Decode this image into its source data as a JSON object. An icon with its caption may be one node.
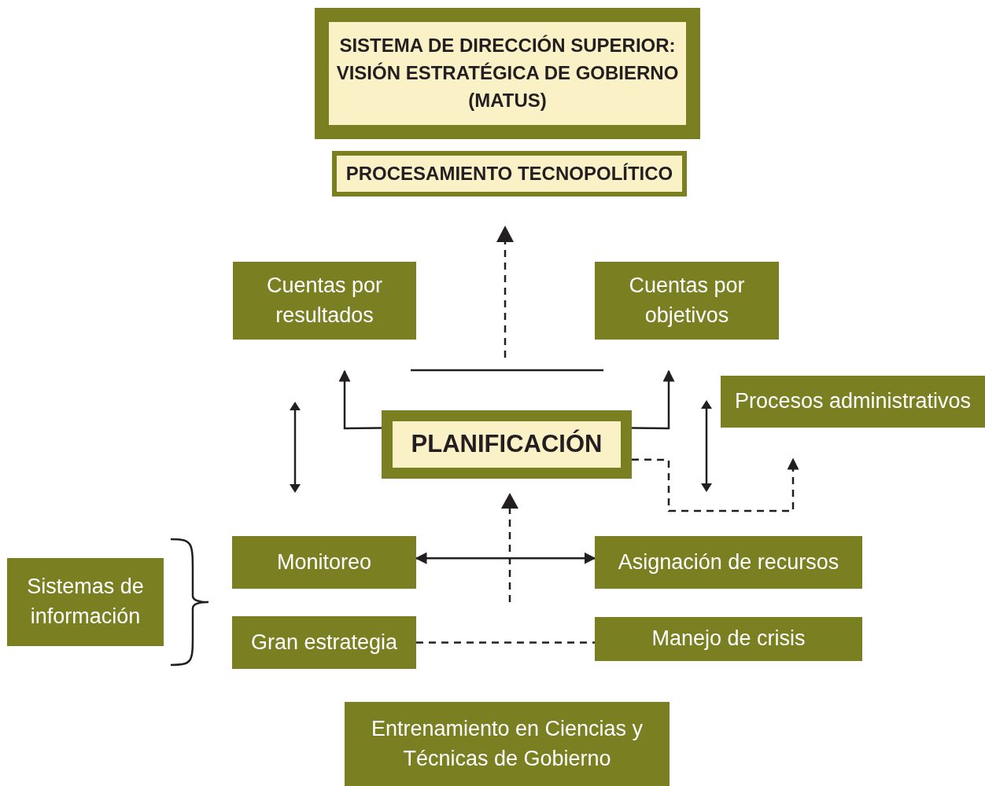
{
  "diagram": {
    "nodes": [
      {
        "text": [
          "SISTEMA DE DIRECCIÓN SUPERIOR: VISIÓN ESTRATÉGICA DE GOBIERNO (MATUS)"
        ]
      },
      {
        "text": [
          "PROCESAMIENTO TECNOPOLÍTICO"
        ]
      },
      {
        "text": [
          "Cuentas por resultados"
        ]
      },
      {
        "text": [
          "Cuentas por objetivos"
        ]
      },
      {
        "text": [
          "Procesos administrativos"
        ]
      },
      {
        "text": [
          "PLANIFICACIÓN"
        ]
      },
      {
        "text": [
          "Sistemas de información"
        ]
      },
      {
        "text": [
          "Monitoreo"
        ]
      },
      {
        "text": [
          "Asignación de recursos"
        ]
      },
      {
        "text": [
          "Gran estrategia"
        ]
      },
      {
        "text": [
          "Manejo de crisis"
        ]
      },
      {
        "text": [
          "Entrenamiento en Ciencias y Técnicas de Gobierno"
        ]
      }
    ],
    "edges": [
      {
        "from": 5,
        "to": null,
        "arrow": "to"
      },
      {
        "from": 5,
        "to": null,
        "arrow": "to"
      },
      {
        "from": 5,
        "to": null,
        "arrow": "to",
        "style": "dashed"
      },
      {
        "from": 7,
        "to": 8,
        "arrow": "both"
      },
      {
        "from": 9,
        "to": 10,
        "arrow": "none",
        "style": "dashed"
      }
    ]
  }
}
